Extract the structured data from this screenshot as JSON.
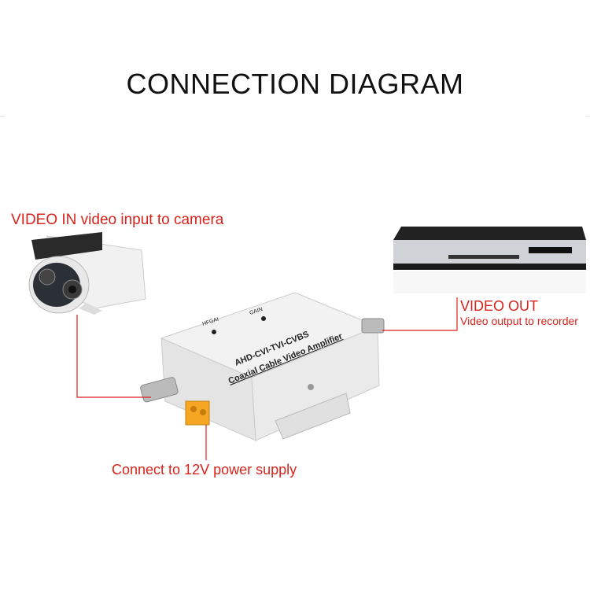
{
  "title": "CONNECTION DIAGRAM",
  "labels": {
    "video_in": "VIDEO IN video input to camera",
    "video_out": "VIDEO OUT",
    "video_out_sub": "Video output to recorder",
    "power": "Connect to 12V power supply"
  },
  "device": {
    "line1": "AHD-CVI-TVI-CVBS",
    "line2": "Coaxial Cable Video Amplifier",
    "knob1": "HFGAI",
    "knob2": "GAIN"
  },
  "colors": {
    "accent": "#d9231c"
  }
}
